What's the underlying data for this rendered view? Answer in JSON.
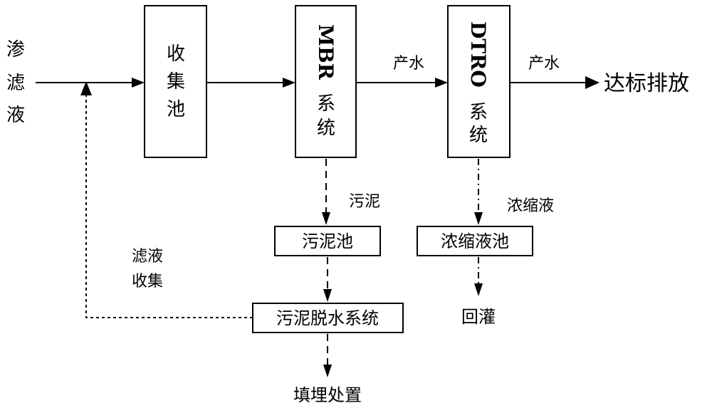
{
  "input": [
    "渗",
    "滤",
    "液"
  ],
  "collection_tank": [
    "收",
    "集",
    "池"
  ],
  "mbr": {
    "name": "MBR",
    "suffix": [
      "系",
      "统"
    ]
  },
  "dtro": {
    "name": "DTRO",
    "suffix": [
      "系",
      "统"
    ]
  },
  "product_water_1": "产水",
  "product_water_2": "产水",
  "discharge": "达标排放",
  "sludge": "污泥",
  "sludge_tank": "污泥池",
  "concentrate": "浓缩液",
  "concentrate_tank": "浓缩液池",
  "filtrate_collection": [
    "滤液",
    "收集"
  ],
  "dewatering": "污泥脱水系统",
  "reinjection": "回灌",
  "landfill": "填埋处置"
}
